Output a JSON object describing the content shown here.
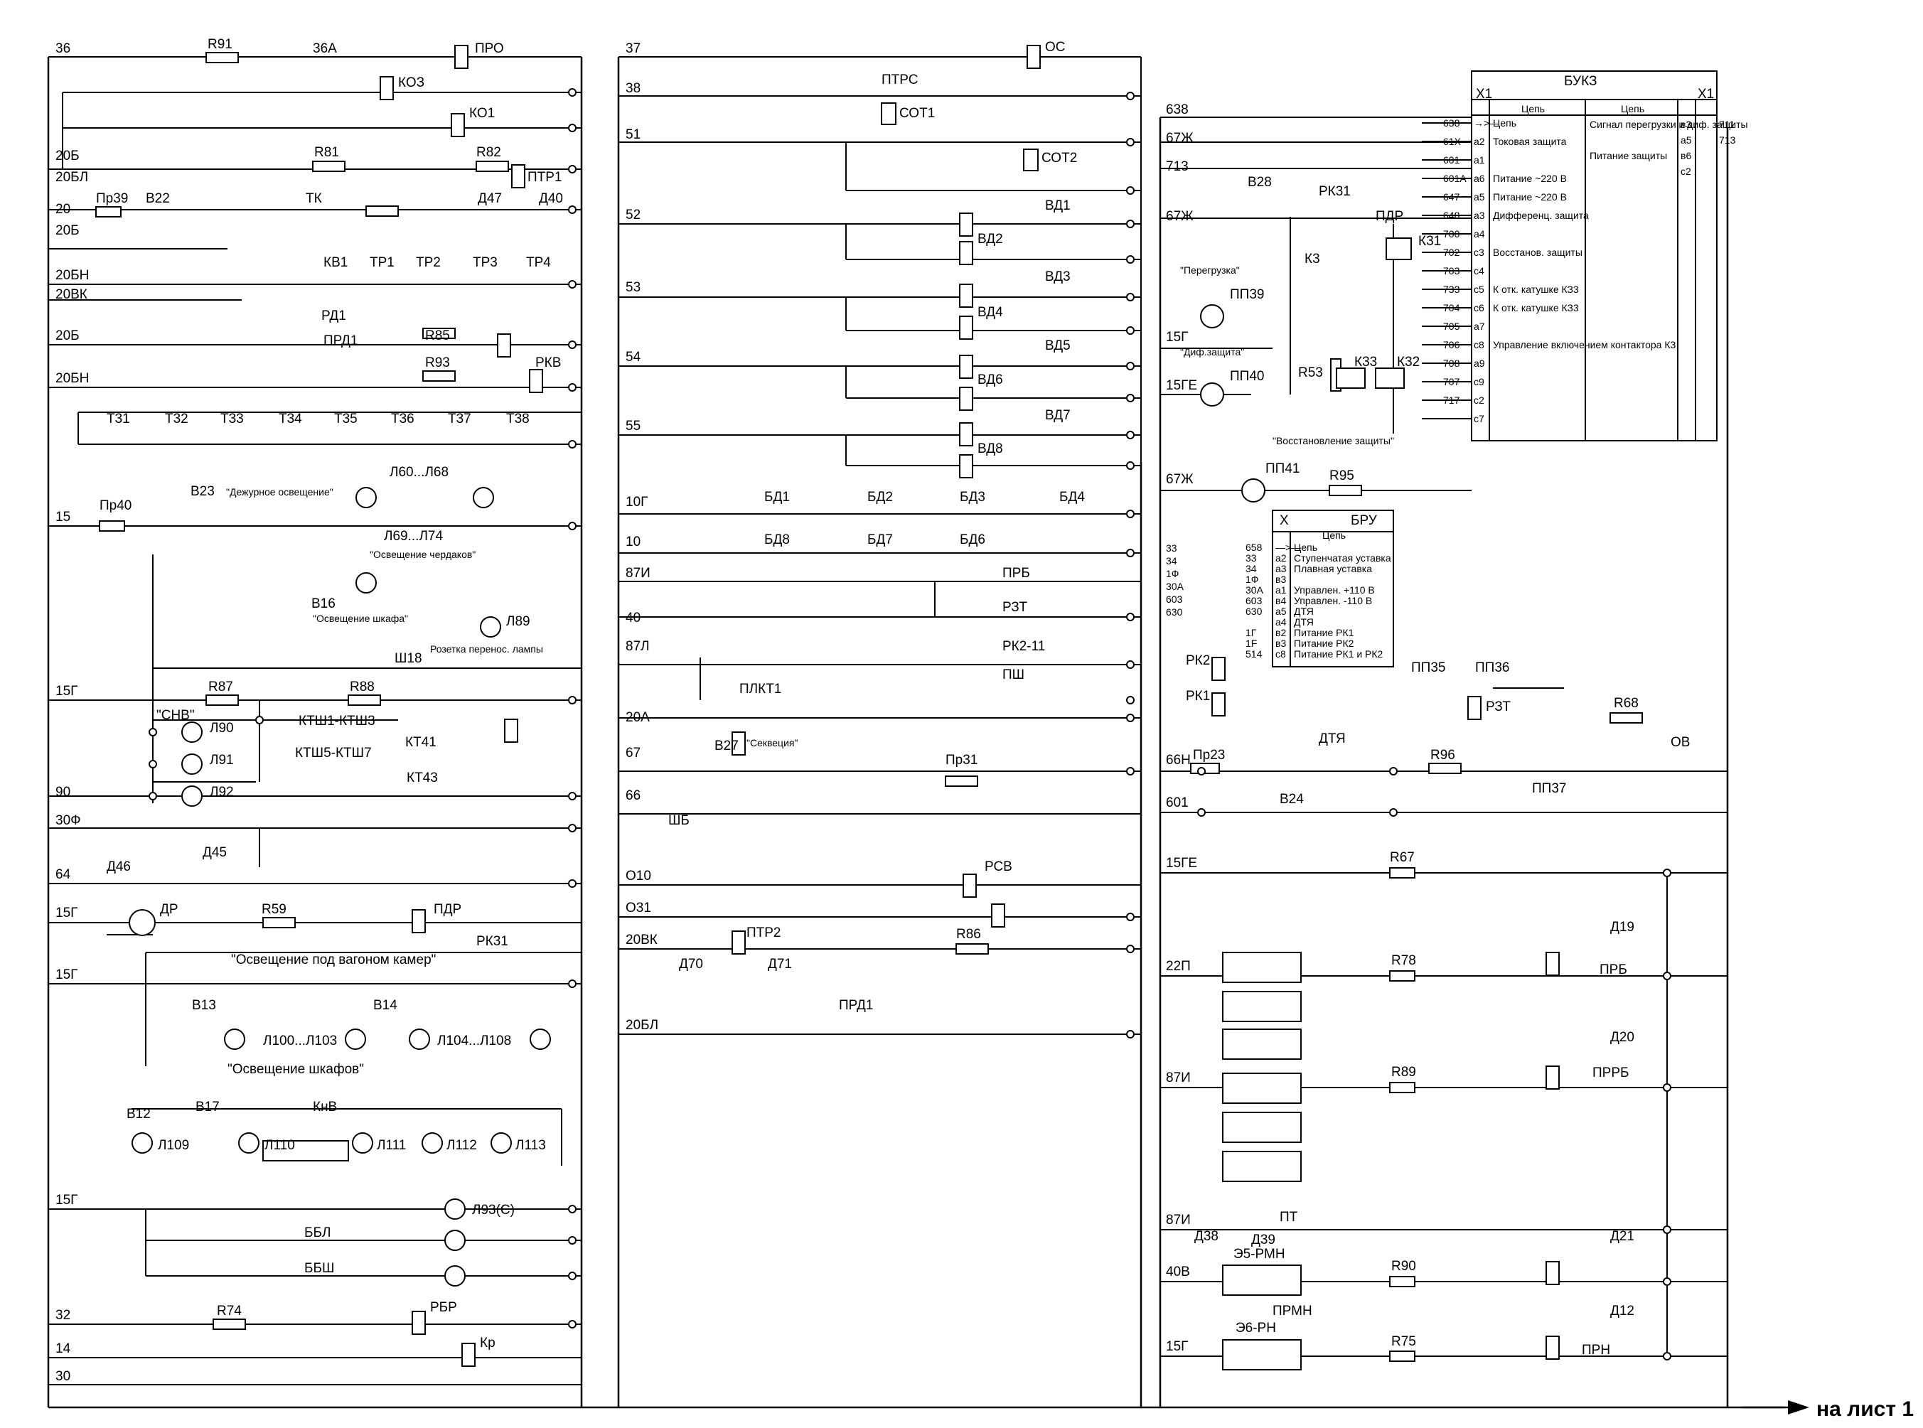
{
  "title": "Electrical schematic diagram (continuation sheet)",
  "footer": {
    "arrow_label": "на лист 1"
  },
  "left_wires": [
    {
      "label": "36"
    },
    {
      "label": "20Б"
    },
    {
      "label": "20БЛ"
    },
    {
      "label": "20"
    },
    {
      "label": "20Б"
    },
    {
      "label": "20БН"
    },
    {
      "label": "20ВК"
    },
    {
      "label": "20Б"
    },
    {
      "label": "20БН"
    },
    {
      "label": "15"
    },
    {
      "label": "15Г"
    },
    {
      "label": "90"
    },
    {
      "label": "30Ф"
    },
    {
      "label": "64"
    },
    {
      "label": "15Г"
    },
    {
      "label": "15Г"
    },
    {
      "label": "15Г"
    },
    {
      "label": "32"
    },
    {
      "label": "14"
    },
    {
      "label": "30"
    }
  ],
  "mid_wires": [
    {
      "label": "37"
    },
    {
      "label": "38"
    },
    {
      "label": "51"
    },
    {
      "label": "52"
    },
    {
      "label": "53"
    },
    {
      "label": "54"
    },
    {
      "label": "55"
    },
    {
      "label": "10Г"
    },
    {
      "label": "10"
    },
    {
      "label": "87И"
    },
    {
      "label": "40"
    },
    {
      "label": "87Л"
    },
    {
      "label": "20А"
    },
    {
      "label": "67"
    },
    {
      "label": "66"
    },
    {
      "label": "О10"
    },
    {
      "label": "О31"
    },
    {
      "label": "20ВК"
    },
    {
      "label": "20БЛ"
    }
  ],
  "right_wires": [
    {
      "label": "638"
    },
    {
      "label": "67Ж"
    },
    {
      "label": "713"
    },
    {
      "label": "67Ж"
    },
    {
      "label": "15Г"
    },
    {
      "label": "15ГЕ"
    },
    {
      "label": "67Ж"
    },
    {
      "label": "33"
    },
    {
      "label": "34"
    },
    {
      "label": "1Ф"
    },
    {
      "label": "30А"
    },
    {
      "label": "603"
    },
    {
      "label": "630"
    },
    {
      "label": "66Н"
    },
    {
      "label": "601"
    },
    {
      "label": "15ГЕ"
    },
    {
      "label": "22П"
    },
    {
      "label": "87И"
    },
    {
      "label": "87И"
    },
    {
      "label": "40В"
    },
    {
      "label": "15Г"
    }
  ],
  "components_left": [
    {
      "label": "R91"
    },
    {
      "label": "36А"
    },
    {
      "label": "ПРО"
    },
    {
      "label": "КОЗ"
    },
    {
      "label": "КО1"
    },
    {
      "label": "R81"
    },
    {
      "label": "R82"
    },
    {
      "label": "ПТР1"
    },
    {
      "label": "Пр39"
    },
    {
      "label": "В22"
    },
    {
      "label": "ТК"
    },
    {
      "label": "Д47"
    },
    {
      "label": "Д40"
    },
    {
      "label": "КВ1"
    },
    {
      "label": "ТР1"
    },
    {
      "label": "ТР2"
    },
    {
      "label": "ТР3"
    },
    {
      "label": "ТР4"
    },
    {
      "label": "РД1"
    },
    {
      "label": "ПРД1"
    },
    {
      "label": "R85"
    },
    {
      "label": "R93"
    },
    {
      "label": "РКВ"
    },
    {
      "label": "Т31"
    },
    {
      "label": "Т32"
    },
    {
      "label": "Т33"
    },
    {
      "label": "Т34"
    },
    {
      "label": "Т35"
    },
    {
      "label": "Т36"
    },
    {
      "label": "Т37"
    },
    {
      "label": "Т38"
    },
    {
      "label": "Пр40"
    },
    {
      "label": "В23"
    },
    {
      "label": "Л60...Л68"
    },
    {
      "label": "Л69...Л74"
    },
    {
      "label": "В16"
    },
    {
      "label": "Л89"
    },
    {
      "label": "Ш18"
    },
    {
      "label": "R87"
    },
    {
      "label": "R88"
    },
    {
      "label": "КТШ1-КТШ3"
    },
    {
      "label": "КТШ5-КТШ7"
    },
    {
      "label": "КТ41"
    },
    {
      "label": "КТ43"
    },
    {
      "label": "Л90"
    },
    {
      "label": "Л91"
    },
    {
      "label": "Л92"
    },
    {
      "label": "Д46"
    },
    {
      "label": "Д45"
    },
    {
      "label": "ДР"
    },
    {
      "label": "R59"
    },
    {
      "label": "ПДР"
    },
    {
      "label": "РК31"
    },
    {
      "label": "В13"
    },
    {
      "label": "В14"
    },
    {
      "label": "Л100...Л103"
    },
    {
      "label": "Л104...Л108"
    },
    {
      "label": "В12"
    },
    {
      "label": "В17"
    },
    {
      "label": "КнВ"
    },
    {
      "label": "Л109"
    },
    {
      "label": "Л110"
    },
    {
      "label": "Л111"
    },
    {
      "label": "Л112"
    },
    {
      "label": "Л113"
    },
    {
      "label": "Л93(С)"
    },
    {
      "label": "ББЛ"
    },
    {
      "label": "ББШ"
    },
    {
      "label": "R74"
    },
    {
      "label": "РБР"
    },
    {
      "label": "Кр"
    }
  ],
  "annotations_left": [
    {
      "text": "\"Дежурное освещение\""
    },
    {
      "text": "\"Освещение чердаков\""
    },
    {
      "text": "\"Освещение шкафа\""
    },
    {
      "text": "Розетка перенос. лампы"
    },
    {
      "text": "\"СНВ\""
    },
    {
      "text": "\"Освещение под вагоном камер\""
    },
    {
      "text": "\"Освещение шкафов\""
    }
  ],
  "components_mid": [
    {
      "label": "ОС"
    },
    {
      "label": "ПТРС"
    },
    {
      "label": "СОТ1"
    },
    {
      "label": "СОТ2"
    },
    {
      "label": "ВД1"
    },
    {
      "label": "ВД2"
    },
    {
      "label": "ВД3"
    },
    {
      "label": "ВД4"
    },
    {
      "label": "ВД5"
    },
    {
      "label": "ВД6"
    },
    {
      "label": "ВД7"
    },
    {
      "label": "ВД8"
    },
    {
      "label": "БД1"
    },
    {
      "label": "БД2"
    },
    {
      "label": "БД3"
    },
    {
      "label": "БД4"
    },
    {
      "label": "БД8"
    },
    {
      "label": "БД7"
    },
    {
      "label": "БД6"
    },
    {
      "label": "ПРБ"
    },
    {
      "label": "РЗТ"
    },
    {
      "label": "РК2-11"
    },
    {
      "label": "ПШ"
    },
    {
      "label": "ПЛКТ1"
    },
    {
      "label": "В27"
    },
    {
      "label": "\"Секвеция\""
    },
    {
      "label": "Пр31"
    },
    {
      "label": "ШБ"
    },
    {
      "label": "РСВ"
    },
    {
      "label": "ПТР2"
    },
    {
      "label": "R86"
    },
    {
      "label": "Д70"
    },
    {
      "label": "Д71"
    },
    {
      "label": "ПРД1"
    }
  ],
  "components_right": [
    {
      "label": "В28"
    },
    {
      "label": "РК31"
    },
    {
      "label": "ПДР"
    },
    {
      "label": "К3"
    },
    {
      "label": "К31"
    },
    {
      "label": "ПП39"
    },
    {
      "label": "ПП40"
    },
    {
      "label": "ПП41"
    },
    {
      "label": "R53"
    },
    {
      "label": "К33"
    },
    {
      "label": "К32"
    },
    {
      "label": "R95"
    },
    {
      "label": "РК2"
    },
    {
      "label": "РК1"
    },
    {
      "label": "ПП35"
    },
    {
      "label": "ПП36"
    },
    {
      "label": "РЗТ"
    },
    {
      "label": "R68"
    },
    {
      "label": "ОВ"
    },
    {
      "label": "Пр23"
    },
    {
      "label": "ДТЯ"
    },
    {
      "label": "R96"
    },
    {
      "label": "ПП37"
    },
    {
      "label": "В24"
    },
    {
      "label": "R67"
    },
    {
      "label": "Д19"
    },
    {
      "label": "ПРБ"
    },
    {
      "label": "R78"
    },
    {
      "label": "Д20"
    },
    {
      "label": "ПРРБ"
    },
    {
      "label": "R89"
    },
    {
      "label": "Д38"
    },
    {
      "label": "Д39"
    },
    {
      "label": "ПТ"
    },
    {
      "label": "Э5-РМН"
    },
    {
      "label": "ПРМН"
    },
    {
      "label": "R90"
    },
    {
      "label": "Д21"
    },
    {
      "label": "Э6-РН"
    },
    {
      "label": "R75"
    },
    {
      "label": "Д12"
    },
    {
      "label": "ПРН"
    }
  ],
  "annotations_right": [
    {
      "text": "\"Перегрузка\""
    },
    {
      "text": "\"Диф.защита\""
    },
    {
      "text": "\"Восстановление защиты\""
    }
  ],
  "bukz": {
    "title": "БУКЗ",
    "col_x1_left": "X1",
    "col_cep_left": "Цепь",
    "col_cep_right": "Цепь",
    "col_x1_right": "X1",
    "left_rows": [
      {
        "wire": "638",
        "pin": "→>—",
        "desc": "Цепь"
      },
      {
        "wire": "61Х",
        "pin": "а2",
        "desc": "Токовая защита"
      },
      {
        "wire": "601",
        "pin": "а1",
        "desc": ""
      },
      {
        "wire": "601А",
        "pin": "а6",
        "desc": "Питание ~220 В"
      },
      {
        "wire": "647",
        "pin": "а5",
        "desc": "Питание ~220 В"
      },
      {
        "wire": "648",
        "pin": "а3",
        "desc": "Дифференц. защита"
      },
      {
        "wire": "700",
        "pin": "а4",
        "desc": ""
      },
      {
        "wire": "702",
        "pin": "с3",
        "desc": "Восстанов. защиты"
      },
      {
        "wire": "703",
        "pin": "с4",
        "desc": ""
      },
      {
        "wire": "733",
        "pin": "с5",
        "desc": "К отк. катушке КЗ3"
      },
      {
        "wire": "704",
        "pin": "с6",
        "desc": "К отк. катушке КЗ3"
      },
      {
        "wire": "705",
        "pin": "а7",
        "desc": ""
      },
      {
        "wire": "706",
        "pin": "с8",
        "desc": "Управление включением контактора К3"
      },
      {
        "wire": "708",
        "pin": "а9",
        "desc": ""
      },
      {
        "wire": "707",
        "pin": "с9",
        "desc": ""
      },
      {
        "wire": "717",
        "pin": "с2",
        "desc": ""
      },
      {
        "wire": "",
        "pin": "с7",
        "desc": ""
      }
    ],
    "right_rows": [
      {
        "desc": "Сигнал перегрузки и диф. защиты",
        "pin": "в3",
        "wire": "711"
      },
      {
        "desc": "",
        "pin": "а5",
        "wire": "713"
      },
      {
        "desc": "Питание защиты",
        "pin": "в6",
        "wire": ""
      },
      {
        "desc": "",
        "pin": "с2",
        "wire": ""
      }
    ]
  },
  "bru": {
    "title": "БРУ",
    "col_x": "X",
    "col_cep": "Цепь",
    "rows": [
      {
        "pin": "—>—",
        "desc": "Цепь",
        "wire": "658"
      },
      {
        "pin": "а2",
        "desc": "Ступенчатая уставка",
        "wire": "33"
      },
      {
        "pin": "а3",
        "desc": "Плавная уставка",
        "wire": "34"
      },
      {
        "pin": "в3",
        "desc": "",
        "wire": "1Ф"
      },
      {
        "pin": "а1",
        "desc": "Управлен. +110 В",
        "wire": "30А"
      },
      {
        "pin": "в4",
        "desc": "Управлен. -110 В",
        "wire": "603"
      },
      {
        "pin": "а5",
        "desc": "ДТЯ",
        "wire": "630"
      },
      {
        "pin": "а4",
        "desc": "ДТЯ",
        "wire": ""
      },
      {
        "pin": "в2",
        "desc": "Питание РК1",
        "wire": "1Г"
      },
      {
        "pin": "в3",
        "desc": "Питание РК2",
        "wire": "1F"
      },
      {
        "pin": "с8",
        "desc": "Питание РК1 и РК2",
        "wire": "514"
      }
    ]
  }
}
